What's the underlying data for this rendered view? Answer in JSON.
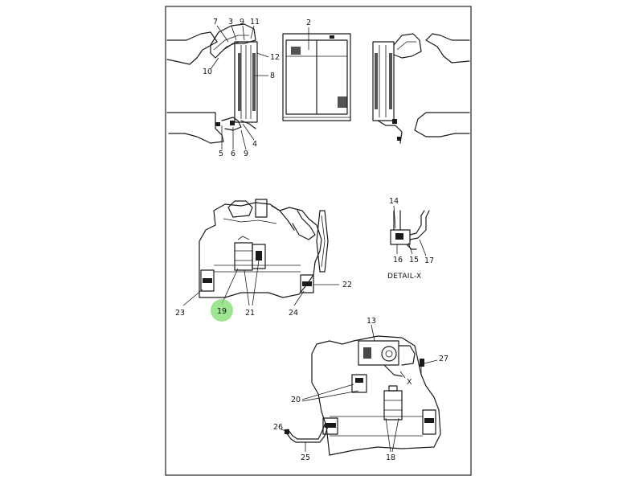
{
  "parts_diagram": {
    "upper_callouts": [
      "7",
      "3",
      "9",
      "11",
      "2",
      "12",
      "8",
      "10",
      "4",
      "5",
      "6",
      "9"
    ],
    "middle_callouts": [
      "14",
      "16",
      "15",
      "17",
      "22",
      "23",
      "19",
      "21",
      "24"
    ],
    "detail_caption": "DETAIL-X",
    "lower_callouts": [
      "13",
      "27",
      "X",
      "20",
      "26",
      "25",
      "18"
    ],
    "highlight": {
      "callout": "19",
      "color": "#7ddc6e"
    }
  }
}
